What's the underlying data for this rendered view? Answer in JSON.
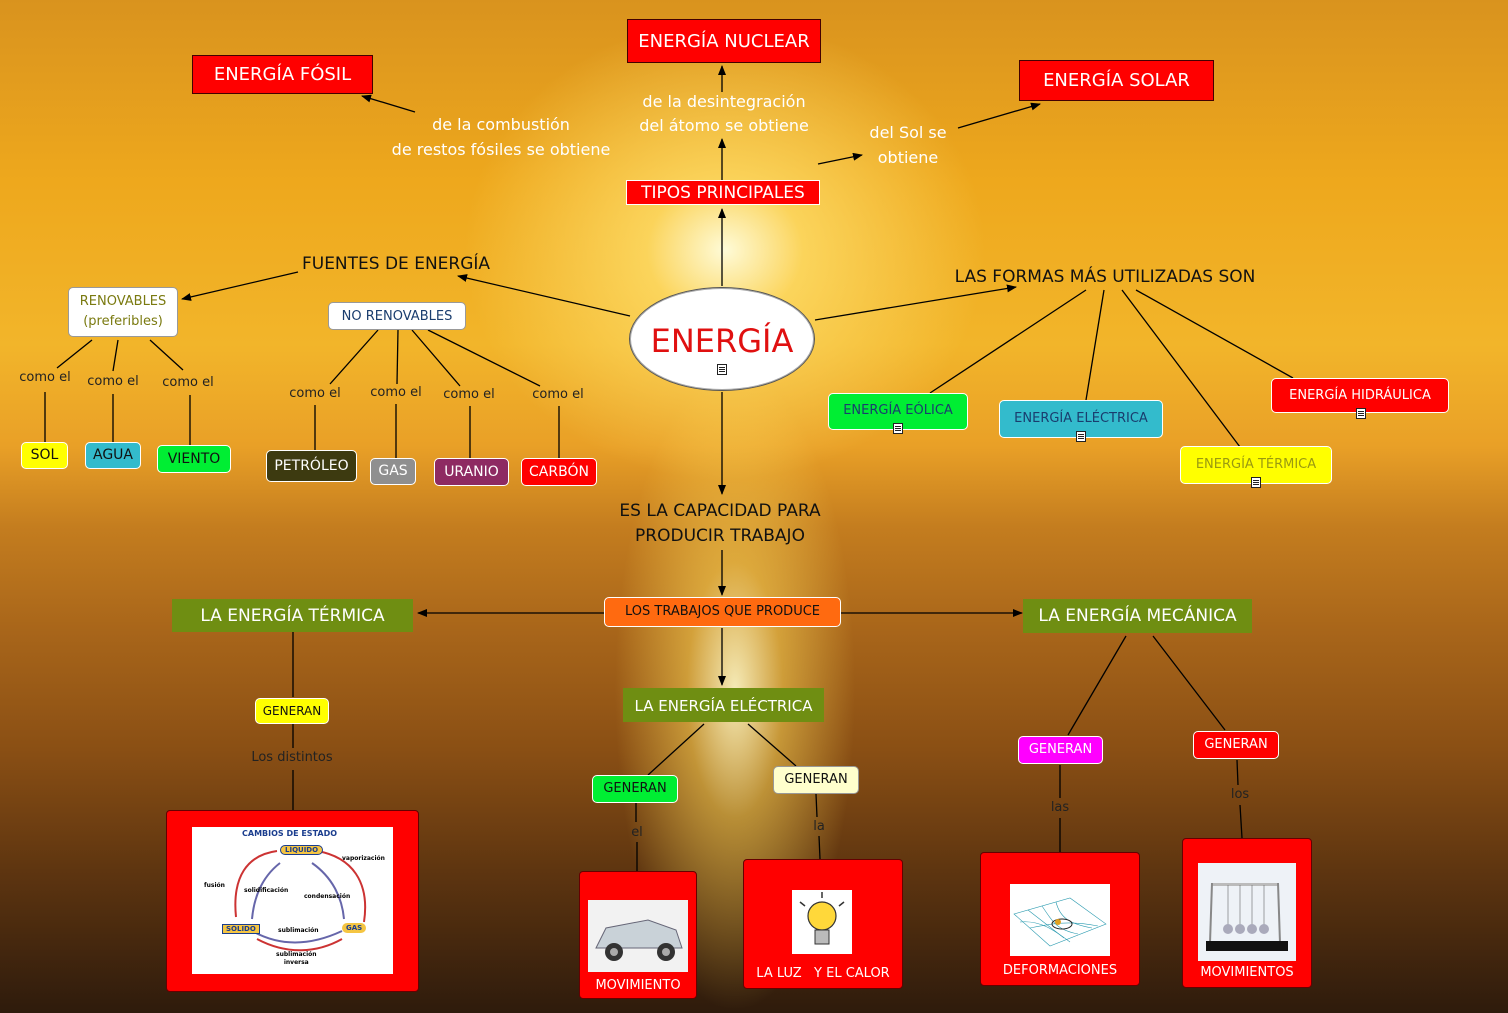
{
  "center": {
    "title": "ENERGÍA"
  },
  "tipos": {
    "label": "TIPOS PRINCIPALES",
    "nuclear": "ENERGÍA NUCLEAR",
    "fosil": "ENERGÍA FÓSIL",
    "solar": "ENERGÍA SOLAR",
    "nuclear_desc": [
      "de la desintegración",
      "del átomo se obtiene"
    ],
    "fosil_desc": [
      "de la combustión",
      "de restos fósiles se obtiene"
    ],
    "solar_desc": [
      "del Sol se",
      "obtiene"
    ]
  },
  "fuentes": {
    "label": "FUENTES DE ENERGÍA",
    "renovables": [
      "RENOVABLES",
      "(preferibles)"
    ],
    "no_renovables": "NO RENOVABLES",
    "como_el": "como el",
    "renov_items": [
      "SOL",
      "AGUA",
      "VIENTO"
    ],
    "norenov_items": [
      "PETRÓLEO",
      "GAS",
      "URANIO",
      "CARBÓN"
    ]
  },
  "formas": {
    "label": "LAS FORMAS MÁS UTILIZADAS SON",
    "items": [
      "ENERGÍA EÓLICA",
      "ENERGÍA ELÉCTRICA",
      "ENERGÍA TÉRMICA",
      "ENERGÍA HIDRÁULICA"
    ]
  },
  "capacidad": [
    "ES LA CAPACIDAD PARA",
    "PRODUCIR TRABAJO"
  ],
  "trabajos": {
    "label": "LOS TRABAJOS QUE PRODUCE",
    "termica": "LA ENERGÍA TÉRMICA",
    "electrica": "LA ENERGÍA ELÉCTRICA",
    "mecanica": "LA ENERGÍA MECÁNICA"
  },
  "generan": "GENERAN",
  "links": {
    "distintos": "Los distintos",
    "el": "el",
    "la": "la",
    "las": "las",
    "los": "los"
  },
  "cambios": {
    "title": "CAMBIOS DE ESTADO",
    "liquido": "LÍQUIDO",
    "solido": "SÓLIDO",
    "gas": "GAS",
    "vaporizacion": "vaporización",
    "fusion": "fusión",
    "solidificacion": "solidificación",
    "condensacion": "condensación",
    "sublimacion": "sublimación",
    "sublimacion_inversa": [
      "sublimación",
      "inversa"
    ]
  },
  "results": {
    "movimiento": "MOVIMIENTO",
    "luz_calor": "LA LUZ   Y EL CALOR",
    "deformaciones": "DEFORMACIONES",
    "movimientos": "MOVIMIENTOS"
  },
  "colors": {
    "red": "#ff0000",
    "green": "#00ee33",
    "teal": "#33bbcc",
    "yellow": "#ffff00",
    "olive": "#6f8e12",
    "orange": "#ff6a10",
    "magenta": "#ff00ff",
    "dark_olive": "#3d3a10",
    "grey": "#8f8f8f",
    "plum": "#8e2a62",
    "pale_yellow": "#ffffcc"
  }
}
